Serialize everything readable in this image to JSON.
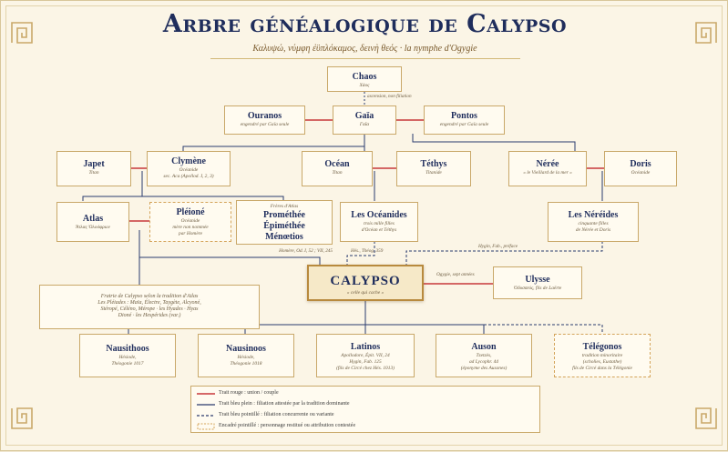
{
  "header": {
    "title": "Arbre généalogique de Calypso",
    "subtitle": "Καλυψώ, νύμφη ἐϋπλόκαμος, δεινὴ θεός · la nymphe d'Ogygie"
  },
  "nodes": {
    "chaos": {
      "name": "Chaos",
      "sub": "Χάος"
    },
    "gaia": {
      "name": "Gaïa",
      "sub": "Γαῖα"
    },
    "ouranos": {
      "name": "Ouranos",
      "sub": "engendré par Gaïa seule"
    },
    "pontos": {
      "name": "Pontos",
      "sub": "engendré par Gaïa seule"
    },
    "japet": {
      "name": "Japet",
      "sub": "Titan"
    },
    "clymene": {
      "name": "Clymène",
      "sub1": "Océanide",
      "sub2": "sec. Aca (Apollod. I, 2, 3)"
    },
    "ocean": {
      "name": "Océan",
      "sub": "Titan"
    },
    "tethys": {
      "name": "Téthys",
      "sub": "Titanide"
    },
    "neree": {
      "name": "Nérée",
      "sub": "« le Vieillard de la mer »"
    },
    "doris": {
      "name": "Doris",
      "sub": "Océanide"
    },
    "atlas": {
      "name": "Atlas",
      "sub": "Ἄτλας Ὀλοόφρων"
    },
    "pleione": {
      "name": "Pléioné",
      "sub1": "Océanide",
      "sub2": "mère non nommée",
      "sub3": "par Homère"
    },
    "freres": {
      "header": "Frères d'Atlas",
      "n1": "Prométhée",
      "n2": "Épiméthée",
      "n3": "Ménœtios"
    },
    "oceanides": {
      "name": "Les Océanides",
      "sub1": "trois mille filles",
      "sub2": "d'Océan et Téthys"
    },
    "nereides": {
      "name": "Les Néréides",
      "sub1": "cinquante filles",
      "sub2": "de Nérée et Doris"
    },
    "calypso": {
      "name": "CALYPSO",
      "sub": "« celle qui cache »"
    },
    "ulysse": {
      "name": "Ulysse",
      "sub": "Ὀδυσσεύς, fils de Laërte"
    },
    "nausithoos": {
      "name": "Nausithoos",
      "sub1": "Hésiode,",
      "sub2": "Théogonie 1017"
    },
    "nausinoos": {
      "name": "Nausinoos",
      "sub1": "Hésiode,",
      "sub2": "Théogonie 1018"
    },
    "latinos": {
      "name": "Latinos",
      "sub1": "Apollodore, Épit. VII, 24",
      "sub2": "Hygin, Fab. 125",
      "sub3": "(fils de Circé chez Hés. 1013)"
    },
    "auson": {
      "name": "Auson",
      "sub1": "Tzetzès,",
      "sub2": "ad Lycophr. 44",
      "sub3": "(éponyme des Ausones)"
    },
    "telegonos": {
      "name": "Télégonos",
      "sub1": "tradition minoritaire",
      "sub2": "(scholies, Eustathe)",
      "sub3": "fils de Circé dans la Télégonie"
    }
  },
  "notes": {
    "chaos_gaia": "ascension, non filiation",
    "homere": "Homère, Od. I, 52 ; VII, 245",
    "hes_theog": "Hés., Théog. 359",
    "hygin": "Hygin, Fab., préface",
    "ogygie": "Ogygie, sept années",
    "soeurs_l1": "Fratrie de Calypso selon la tradition d'Atlas",
    "soeurs_l2": "Les Pléiades : Maïa, Électre, Taygète, Alcyoné,",
    "soeurs_l3": "Stéropé, Céléno, Mérope · les Hyades · Hyas",
    "soeurs_l4": "Dioné · les Hespérides (var.)"
  },
  "legend": {
    "red": "Trait rouge : union / couple",
    "blue": "Trait bleu plein : filiation attestée par la tradition dominante",
    "dash": "Trait bleu pointillé : filiation concurrente ou variante",
    "box": "Encadré pointillé : personnage restitué ou attribution contestée"
  },
  "colors": {
    "union": "#c8383a",
    "lineage": "#2a3a6e",
    "gold": "#c9a869",
    "navy": "#1f2d5c"
  }
}
